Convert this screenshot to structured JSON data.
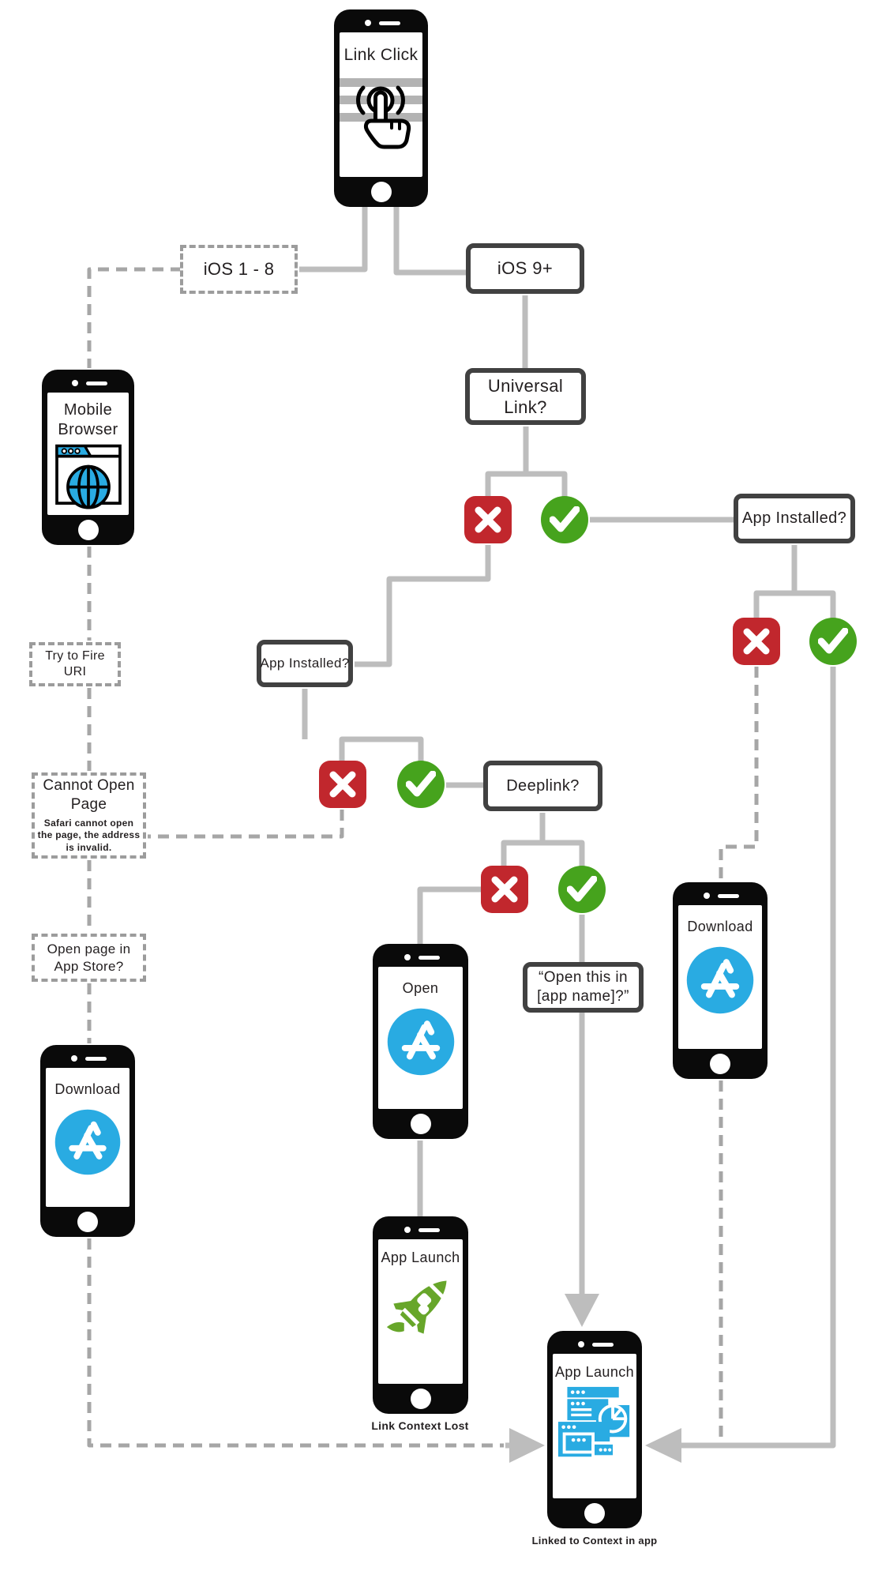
{
  "palette": {
    "line_gray": "#bdbdbd",
    "dashed_gray": "#a6a6a6",
    "box_border": "#414141",
    "dashed_border": "#9c9c9c",
    "no_red": "#c1272d",
    "yes_green": "#46a31d",
    "app_blue": "#29abe2",
    "rocket_green": "#67a62a",
    "text": "#231f20"
  },
  "nodes": {
    "link_click": {
      "label": "Link Click"
    },
    "ios_1_8": {
      "label": "iOS 1 - 8"
    },
    "ios_9": {
      "label": "iOS 9+"
    },
    "mobile_browser": {
      "label": "Mobile Browser"
    },
    "universal_link": {
      "label": "Universal Link?"
    },
    "app_installed_right": {
      "label": "App Installed?"
    },
    "try_fire_uri": {
      "label": "Try to Fire URI"
    },
    "app_installed_mid": {
      "label": "App Installed?"
    },
    "cannot_open": {
      "title": "Cannot Open Page",
      "subtext": "Safari cannot open the page, the address is invalid."
    },
    "deeplink": {
      "label": "Deeplink?"
    },
    "open_page_app_store": {
      "label": "Open page in App Store?"
    },
    "open_phone": {
      "label": "Open"
    },
    "open_this_in": {
      "label": "“Open this in [app name]?”"
    },
    "download_right": {
      "label": "Download"
    },
    "download_left": {
      "label": "Download"
    },
    "app_launch_mid": {
      "label": "App Launch",
      "caption": "Link Context Lost"
    },
    "app_launch_bottom": {
      "label": "App Launch",
      "caption": "Linked to Context in app"
    }
  }
}
